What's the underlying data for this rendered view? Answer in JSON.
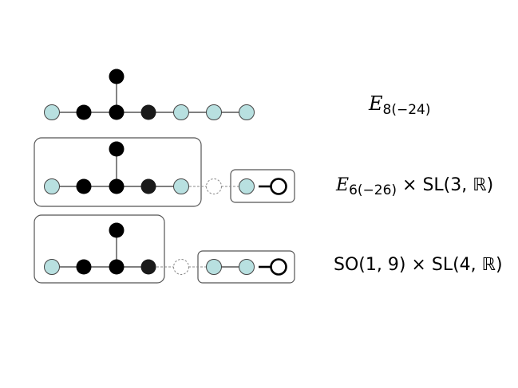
{
  "diagram": {
    "colors": {
      "filled": "#000000",
      "dark": "#1a1a1a",
      "light": "#b8e0e0",
      "stroke": "#444444",
      "edge": "#333333",
      "dashed": "#888888",
      "box": "#555555"
    },
    "rows": [
      {
        "id": "e8",
        "label": {
          "letter": "E",
          "sub": "8(−24)",
          "rest": ""
        }
      },
      {
        "id": "e6-sl3",
        "label": {
          "letter": "E",
          "sub": "6(−26)",
          "rest": " × SL(3, ℝ)"
        }
      },
      {
        "id": "so19-sl4",
        "label": {
          "letter": "",
          "sub": "",
          "rest": "SO(1, 9) × SL(4, ℝ)"
        }
      }
    ]
  }
}
